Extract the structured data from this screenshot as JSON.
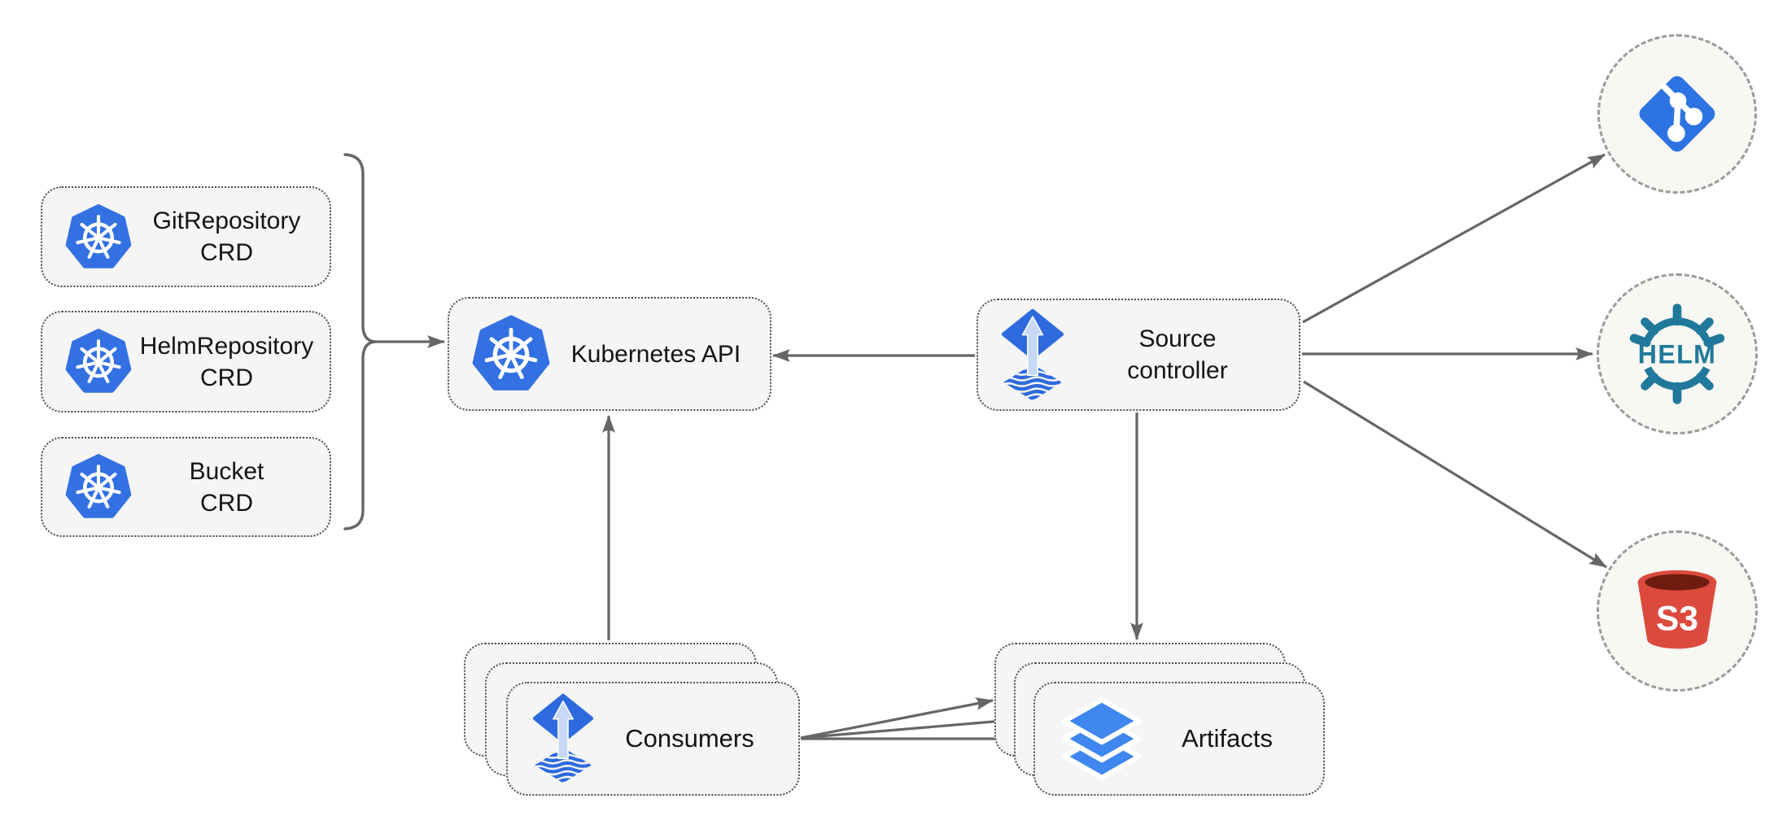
{
  "diagram": {
    "nodes": {
      "git_repository_crd": {
        "label": "GitRepository\nCRD",
        "icon": "kubernetes-icon"
      },
      "helm_repository_crd": {
        "label": "HelmRepository\nCRD",
        "icon": "kubernetes-icon"
      },
      "bucket_crd": {
        "label": "Bucket\nCRD",
        "icon": "kubernetes-icon"
      },
      "kubernetes_api": {
        "label": "Kubernetes API",
        "icon": "kubernetes-icon"
      },
      "source_controller": {
        "label": "Source\ncontroller",
        "icon": "flux-source-icon"
      },
      "consumers": {
        "label": "Consumers",
        "icon": "flux-source-icon",
        "stack_count": 3
      },
      "artifacts": {
        "label": "Artifacts",
        "icon": "layers-icon",
        "stack_count": 3
      },
      "git": {
        "label": "",
        "icon": "git-icon"
      },
      "helm": {
        "label": "HELM",
        "icon": "helm-icon"
      },
      "s3": {
        "label": "S3",
        "icon": "s3-bucket-icon"
      }
    },
    "edges": [
      {
        "from": "crd_group_bracket",
        "to": "kubernetes_api"
      },
      {
        "from": "source_controller",
        "to": "kubernetes_api"
      },
      {
        "from": "consumers",
        "to": "kubernetes_api"
      },
      {
        "from": "source_controller",
        "to": "artifacts"
      },
      {
        "from": "source_controller",
        "to": "git"
      },
      {
        "from": "source_controller",
        "to": "helm"
      },
      {
        "from": "source_controller",
        "to": "s3"
      },
      {
        "from": "consumers",
        "to": "artifacts",
        "count": 3
      }
    ]
  },
  "theme": {
    "text": "#141414",
    "line": "#666666",
    "box-fill": "#f5f5f5",
    "box-border": "#4d4d4d",
    "circle-fill": "#f7f7f4",
    "circle-border": "#9b9b9b",
    "k8s-blue": "#3371e3",
    "flux-blue": "#2e6ade",
    "flux-arrow": "#c7d8f6",
    "layers-blue": "#3f86ef",
    "git-blue": "#2d73e2",
    "helm-teal": "#20799a",
    "s3-red": "#dc4a3d",
    "s3-dark": "#701b10"
  }
}
